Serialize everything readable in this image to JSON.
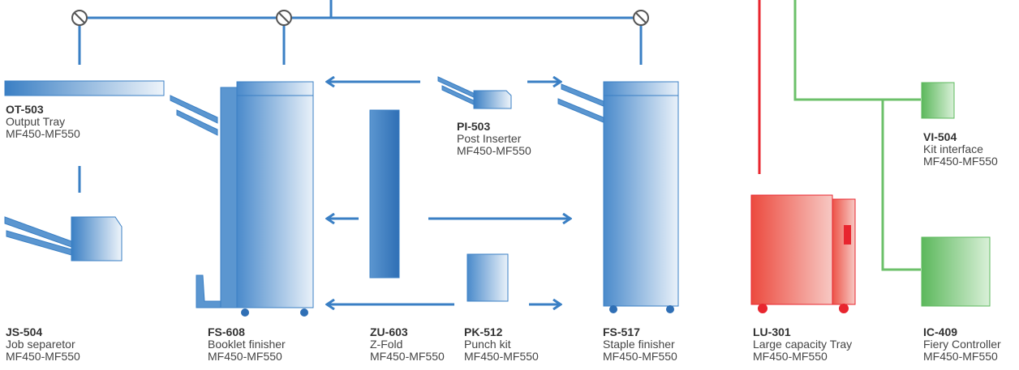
{
  "colors": {
    "blue": "#3a7fc4",
    "blue_light": "#e6eff8",
    "red": "#e8252e",
    "green": "#6cc06a",
    "text": "#444444"
  },
  "modules": {
    "ot503": {
      "code": "OT-503",
      "name": "Output Tray",
      "model": "MF450-MF550"
    },
    "js504": {
      "code": "JS-504",
      "name": "Job separetor",
      "model": "MF450-MF550"
    },
    "fs608": {
      "code": "FS-608",
      "name": "Booklet finisher",
      "model": "MF450-MF550"
    },
    "zu603": {
      "code": "ZU-603",
      "name": "Z-Fold",
      "model": "MF450-MF550"
    },
    "pk512": {
      "code": "PK-512",
      "name": "Punch kit",
      "model": "MF450-MF550"
    },
    "pi503": {
      "code": "PI-503",
      "name": "Post Inserter",
      "model": "MF450-MF550"
    },
    "fs517": {
      "code": "FS-517",
      "name": "Staple finisher",
      "model": "MF450-MF550"
    },
    "lu301": {
      "code": "LU-301",
      "name": "Large capacity Tray",
      "model": "MF450-MF550"
    },
    "vi504": {
      "code": "VI-504",
      "name": "Kit interface",
      "model": "MF450-MF550"
    },
    "ic409": {
      "code": "IC-409",
      "name": "Fiery Controller",
      "model": "MF450-MF550"
    }
  }
}
